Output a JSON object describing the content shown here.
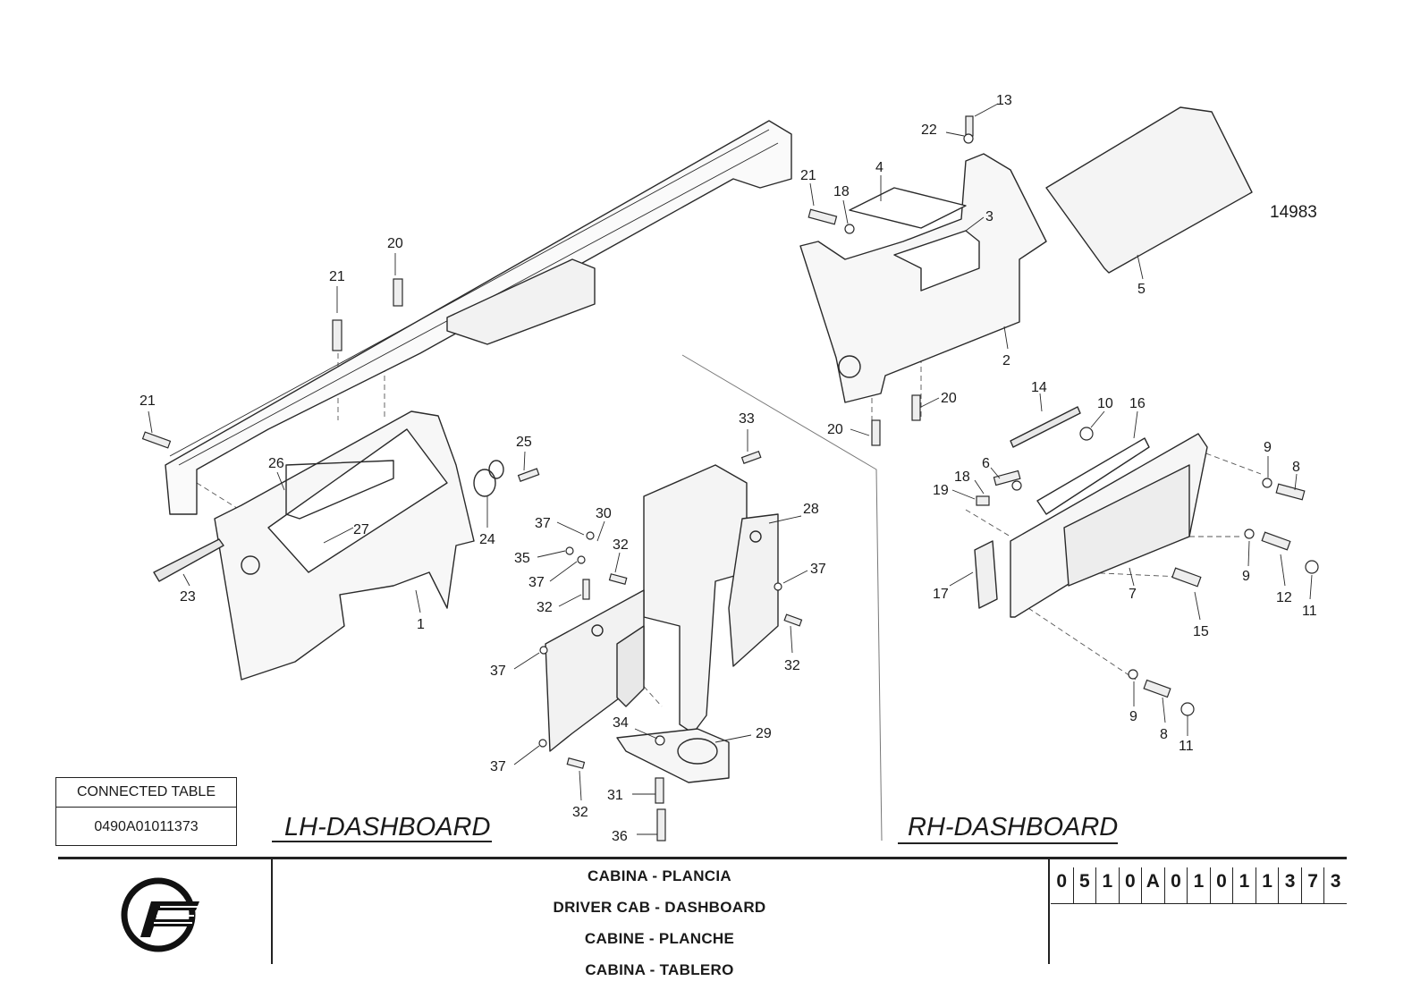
{
  "drawing_id": "14983",
  "sections": {
    "lh": "LH-DASHBOARD",
    "rh": "RH-DASHBOARD"
  },
  "connected_table": {
    "header": "CONNECTED TABLE",
    "value": "0490A01011373"
  },
  "title_block": {
    "titles": [
      "CABINA - PLANCIA",
      "DRIVER CAB - DASHBOARD",
      "CABINE - PLANCHE",
      "CABINA - TABLERO"
    ],
    "code_chars": [
      "0",
      "5",
      "1",
      "0",
      "A",
      "0",
      "1",
      "0",
      "1",
      "1",
      "3",
      "7",
      "3"
    ]
  },
  "callouts": {
    "lh": [
      "20",
      "21",
      "21",
      "26",
      "25",
      "27",
      "24",
      "23",
      "1",
      "33",
      "37",
      "30",
      "32",
      "28",
      "35",
      "37",
      "37",
      "32",
      "32",
      "37",
      "34",
      "29",
      "37",
      "31",
      "32",
      "36"
    ],
    "rh": [
      "13",
      "22",
      "4",
      "21",
      "18",
      "3",
      "5",
      "2",
      "14",
      "10",
      "16",
      "20",
      "20",
      "6",
      "9",
      "8",
      "18",
      "19",
      "9",
      "12",
      "11",
      "17",
      "7",
      "15",
      "9",
      "8",
      "11"
    ]
  },
  "icons": {
    "logo": "company-logo-icon"
  }
}
